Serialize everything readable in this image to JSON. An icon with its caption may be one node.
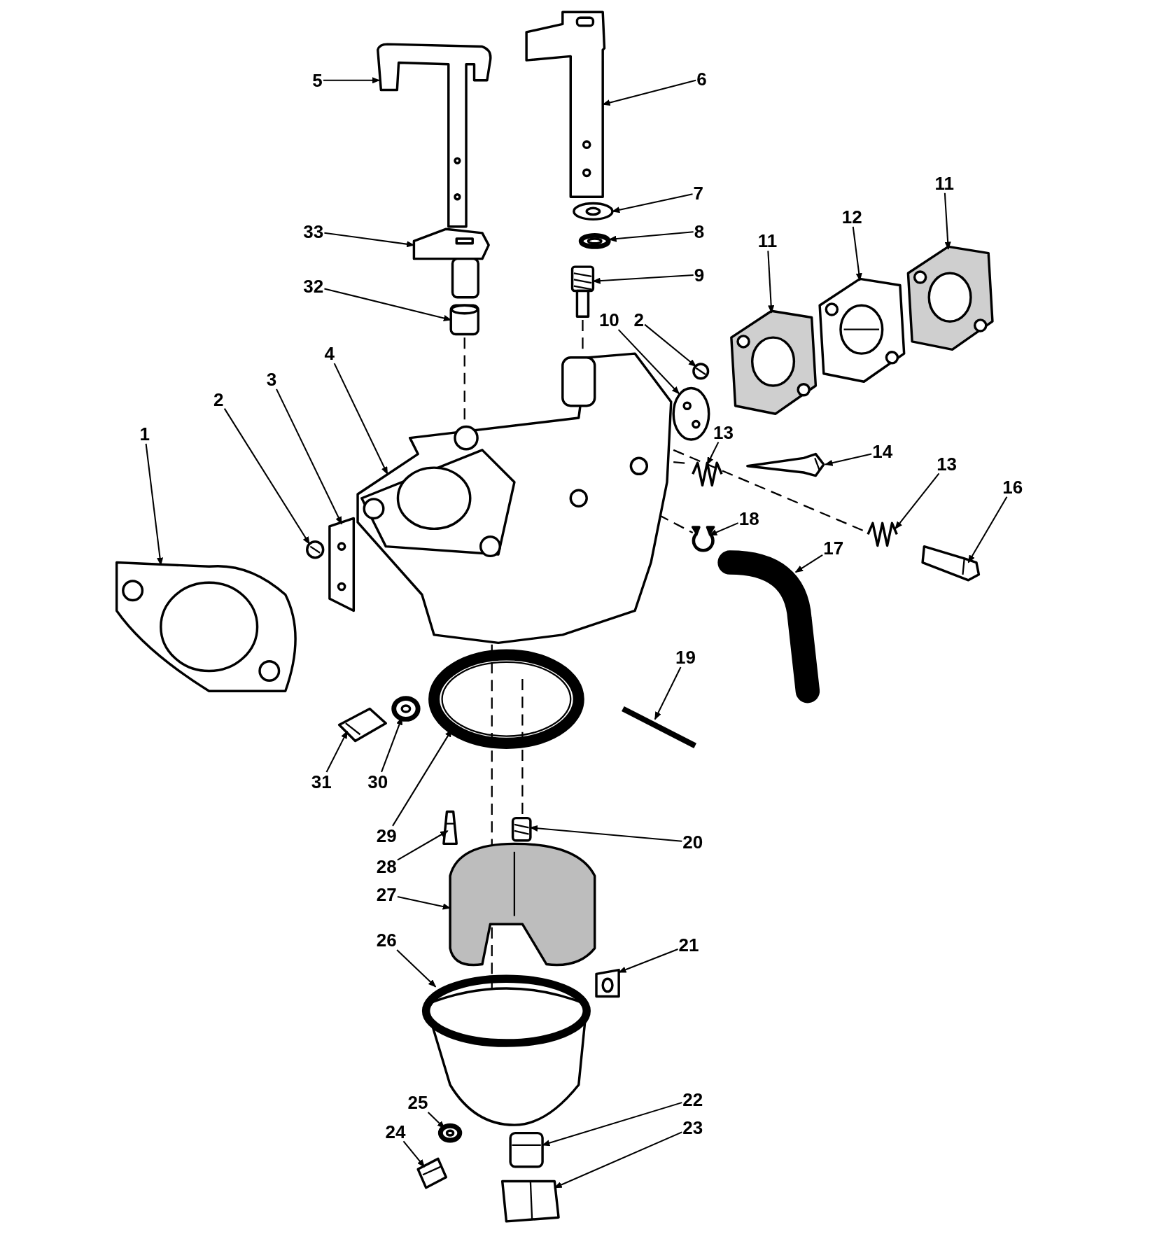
{
  "diagram": {
    "nodes": [
      {
        "text": [
          "5"
        ]
      },
      {
        "text": [
          "6"
        ]
      },
      {
        "text": [
          "7"
        ]
      },
      {
        "text": [
          "33"
        ]
      },
      {
        "text": [
          "8"
        ]
      },
      {
        "text": [
          "9"
        ]
      },
      {
        "text": [
          "32"
        ]
      },
      {
        "text": [
          "11"
        ]
      },
      {
        "text": [
          "12"
        ]
      },
      {
        "text": [
          "11"
        ]
      },
      {
        "text": [
          "10"
        ]
      },
      {
        "text": [
          "2"
        ]
      },
      {
        "text": [
          "4"
        ]
      },
      {
        "text": [
          "3"
        ]
      },
      {
        "text": [
          "2"
        ]
      },
      {
        "text": [
          "1"
        ]
      },
      {
        "text": [
          "13"
        ]
      },
      {
        "text": [
          "14"
        ]
      },
      {
        "text": [
          "13"
        ]
      },
      {
        "text": [
          "16"
        ]
      },
      {
        "text": [
          "18"
        ]
      },
      {
        "text": [
          "17"
        ]
      },
      {
        "text": [
          "19"
        ]
      },
      {
        "text": [
          "31"
        ]
      },
      {
        "text": [
          "30"
        ]
      },
      {
        "text": [
          "29"
        ]
      },
      {
        "text": [
          "20"
        ]
      },
      {
        "text": [
          "28"
        ]
      },
      {
        "text": [
          "27"
        ]
      },
      {
        "text": [
          "26"
        ]
      },
      {
        "text": [
          "21"
        ]
      },
      {
        "text": [
          "22"
        ]
      },
      {
        "text": [
          "25"
        ]
      },
      {
        "text": [
          "23"
        ]
      },
      {
        "text": [
          "24"
        ]
      },
      {
        "text": [],
        "shape": "picture"
      },
      {
        "text": [],
        "shape": "picture"
      },
      {
        "text": [],
        "shape": "picture"
      },
      {
        "text": [],
        "shape": "picture"
      },
      {
        "text": [],
        "shape": "picture"
      },
      {
        "text": [],
        "shape": "picture"
      },
      {
        "text": [],
        "shape": "picture"
      },
      {
        "text": [],
        "shape": "picture"
      },
      {
        "text": [],
        "shape": "picture"
      },
      {
        "text": [],
        "shape": "picture"
      },
      {
        "text": [],
        "shape": "picture"
      },
      {
        "text": [],
        "shape": "picture"
      },
      {
        "text": [],
        "shape": "picture"
      },
      {
        "text": [],
        "shape": "picture"
      },
      {
        "text": [],
        "shape": "picture"
      },
      {
        "text": [],
        "shape": "picture"
      },
      {
        "text": [],
        "shape": "picture"
      },
      {
        "text": [],
        "shape": "picture"
      },
      {
        "text": [],
        "shape": "picture"
      },
      {
        "text": [],
        "shape": "picture"
      },
      {
        "text": [],
        "shape": "picture"
      },
      {
        "text": [],
        "shape": "picture"
      },
      {
        "text": [],
        "shape": "picture"
      },
      {
        "text": [],
        "shape": "picture"
      },
      {
        "text": [],
        "shape": "picture"
      },
      {
        "text": [],
        "shape": "picture"
      },
      {
        "text": [],
        "shape": "picture"
      },
      {
        "text": [],
        "shape": "picture"
      },
      {
        "text": [],
        "shape": "picture"
      },
      {
        "text": [],
        "shape": "picture"
      },
      {
        "text": [],
        "shape": "picture"
      },
      {
        "text": [],
        "shape": "picture"
      },
      {
        "text": [],
        "shape": "picture"
      },
      {
        "text": [],
        "shape": "picture"
      },
      {
        "text": [],
        "shape": "picture"
      }
    ],
    "edges": [
      {
        "from": 0,
        "to": 35,
        "arrow": "to"
      },
      {
        "from": 1,
        "to": 36,
        "arrow": "to"
      },
      {
        "from": 2,
        "to": 37,
        "arrow": "to"
      },
      {
        "from": 3,
        "to": 38,
        "arrow": "to"
      },
      {
        "from": 4,
        "to": 39,
        "arrow": "to"
      },
      {
        "from": 5,
        "to": 40,
        "arrow": "to"
      },
      {
        "from": 6,
        "to": 41,
        "arrow": "to"
      },
      {
        "from": 7,
        "to": 42,
        "arrow": "to"
      },
      {
        "from": 8,
        "to": 43,
        "arrow": "to"
      },
      {
        "from": 9,
        "to": 44,
        "arrow": "to"
      },
      {
        "from": 10,
        "to": 45,
        "arrow": "to"
      },
      {
        "from": 11,
        "to": 46,
        "arrow": "to"
      },
      {
        "from": 12,
        "to": 47,
        "arrow": "to"
      },
      {
        "from": 13,
        "to": 48,
        "arrow": "to"
      },
      {
        "from": 14,
        "to": 49,
        "arrow": "to"
      },
      {
        "from": 15,
        "to": 50,
        "arrow": "to"
      },
      {
        "from": 16,
        "to": 51,
        "arrow": "to"
      },
      {
        "from": 17,
        "to": 52,
        "arrow": "to"
      },
      {
        "from": 18,
        "to": 53,
        "arrow": "to"
      },
      {
        "from": 19,
        "to": 54,
        "arrow": "to"
      },
      {
        "from": 20,
        "to": 55,
        "arrow": "to"
      },
      {
        "from": 21,
        "to": 56,
        "arrow": "to"
      },
      {
        "from": 22,
        "to": 57,
        "arrow": "to"
      },
      {
        "from": 23,
        "to": 58,
        "arrow": "to"
      },
      {
        "from": 24,
        "to": 59,
        "arrow": "to"
      },
      {
        "from": 25,
        "to": 60,
        "arrow": "to"
      },
      {
        "from": 26,
        "to": 61,
        "arrow": "to"
      },
      {
        "from": 27,
        "to": 62,
        "arrow": "to"
      },
      {
        "from": 28,
        "to": 63,
        "arrow": "to"
      },
      {
        "from": 29,
        "to": 64,
        "arrow": "to"
      },
      {
        "from": 30,
        "to": 65,
        "arrow": "to"
      },
      {
        "from": 31,
        "to": 66,
        "arrow": "to"
      },
      {
        "from": 32,
        "to": 67,
        "arrow": "to"
      },
      {
        "from": 33,
        "to": 68,
        "arrow": "to"
      },
      {
        "from": 34,
        "to": 69,
        "arrow": "to"
      }
    ]
  }
}
